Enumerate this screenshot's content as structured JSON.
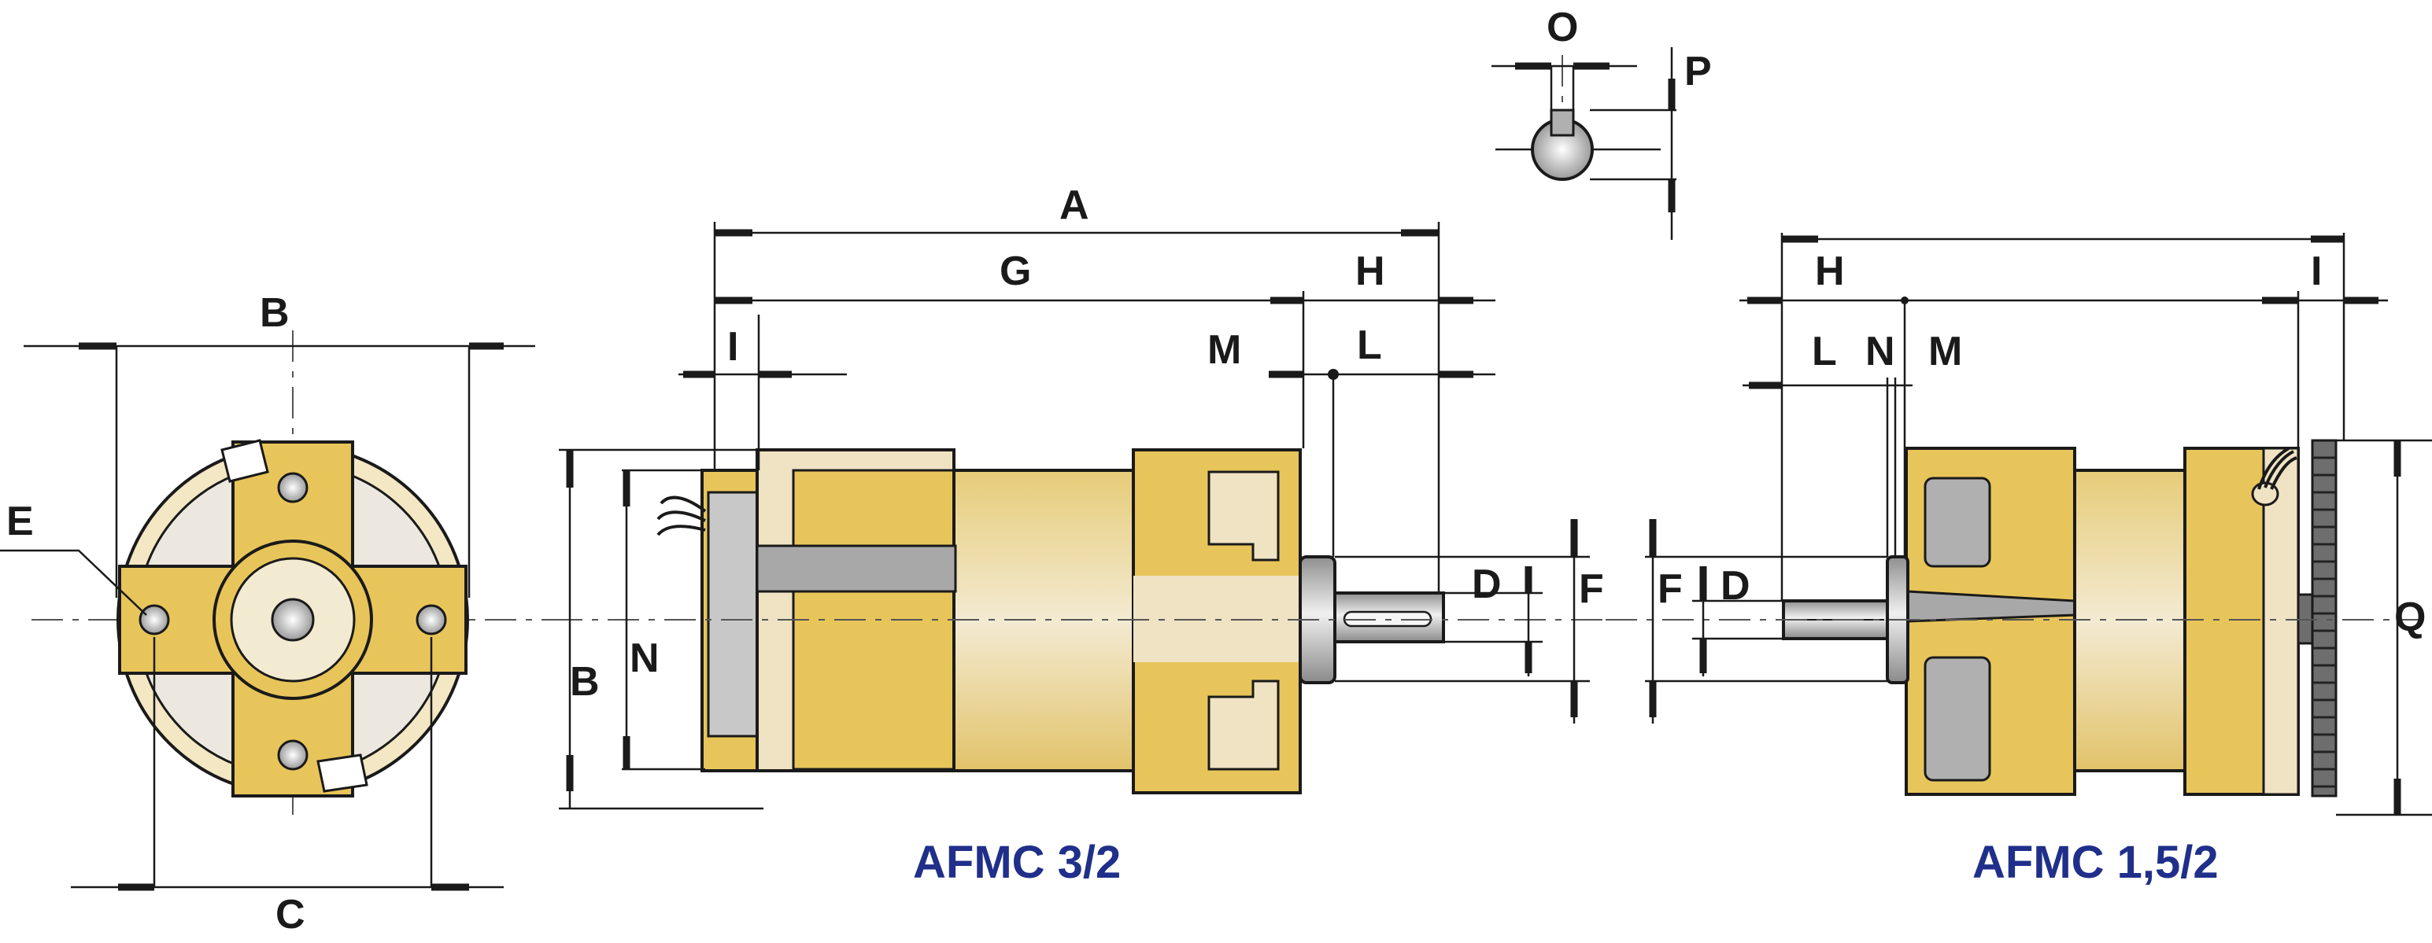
{
  "labels": {
    "front": {
      "B": "B",
      "E": "E",
      "C": "C"
    },
    "key": {
      "O": "O",
      "P": "P"
    },
    "side_left": {
      "A": "A",
      "G": "G",
      "H": "H",
      "I": "I",
      "M": "M",
      "L": "L",
      "D": "D",
      "F": "F",
      "B": "B",
      "N": "N"
    },
    "side_right": {
      "H": "H",
      "I": "I",
      "L": "L",
      "N": "N",
      "M": "M",
      "F": "F",
      "D": "D",
      "Q": "Q"
    }
  },
  "models": {
    "left": "AFMC 3/2",
    "right": "AFMC 1,5/2"
  },
  "colors": {
    "body": "#e8c55a",
    "light": "#efe3c4",
    "shaft": "#b9b9b9",
    "text_blue": "#1f2f8a"
  }
}
